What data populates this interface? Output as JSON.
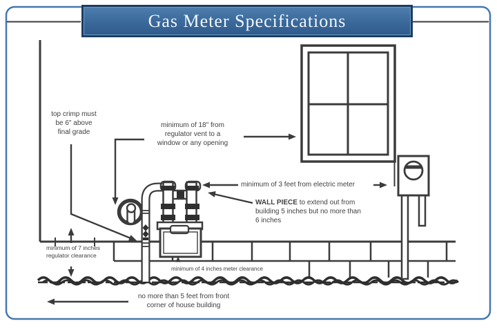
{
  "title": "Gas Meter Specifications",
  "annotations": {
    "top_crimp": {
      "lines": [
        "top crimp must",
        "be 6\" above",
        "final grade"
      ]
    },
    "regulator_vent_distance": {
      "lines": [
        "minimum of 18\" from",
        "regulator vent to a",
        "window or any opening"
      ]
    },
    "electric_meter_distance": {
      "text": "minimum of 3 feet from electric meter"
    },
    "wall_piece": {
      "label": "WALL PIECE",
      "line1_rest": " to extend out from",
      "line2": "building 5 inches but no more than",
      "line3": "6 inches"
    },
    "regulator_clearance": {
      "lines": [
        "minimum of 7 inches",
        "regulator clearance"
      ]
    },
    "meter_clearance": {
      "text": "minimum of 4 inches meter clearance"
    },
    "house_corner_distance": {
      "lines": [
        "no more than 5 feet from front",
        "corner of house building"
      ]
    }
  },
  "colors": {
    "frame_border": "#4577ad",
    "title_bar_fill": "#3d6c9d",
    "title_bar_border": "#1c3c62",
    "line_color": "#3b3b3b",
    "text_color": "#3f3f3f"
  }
}
